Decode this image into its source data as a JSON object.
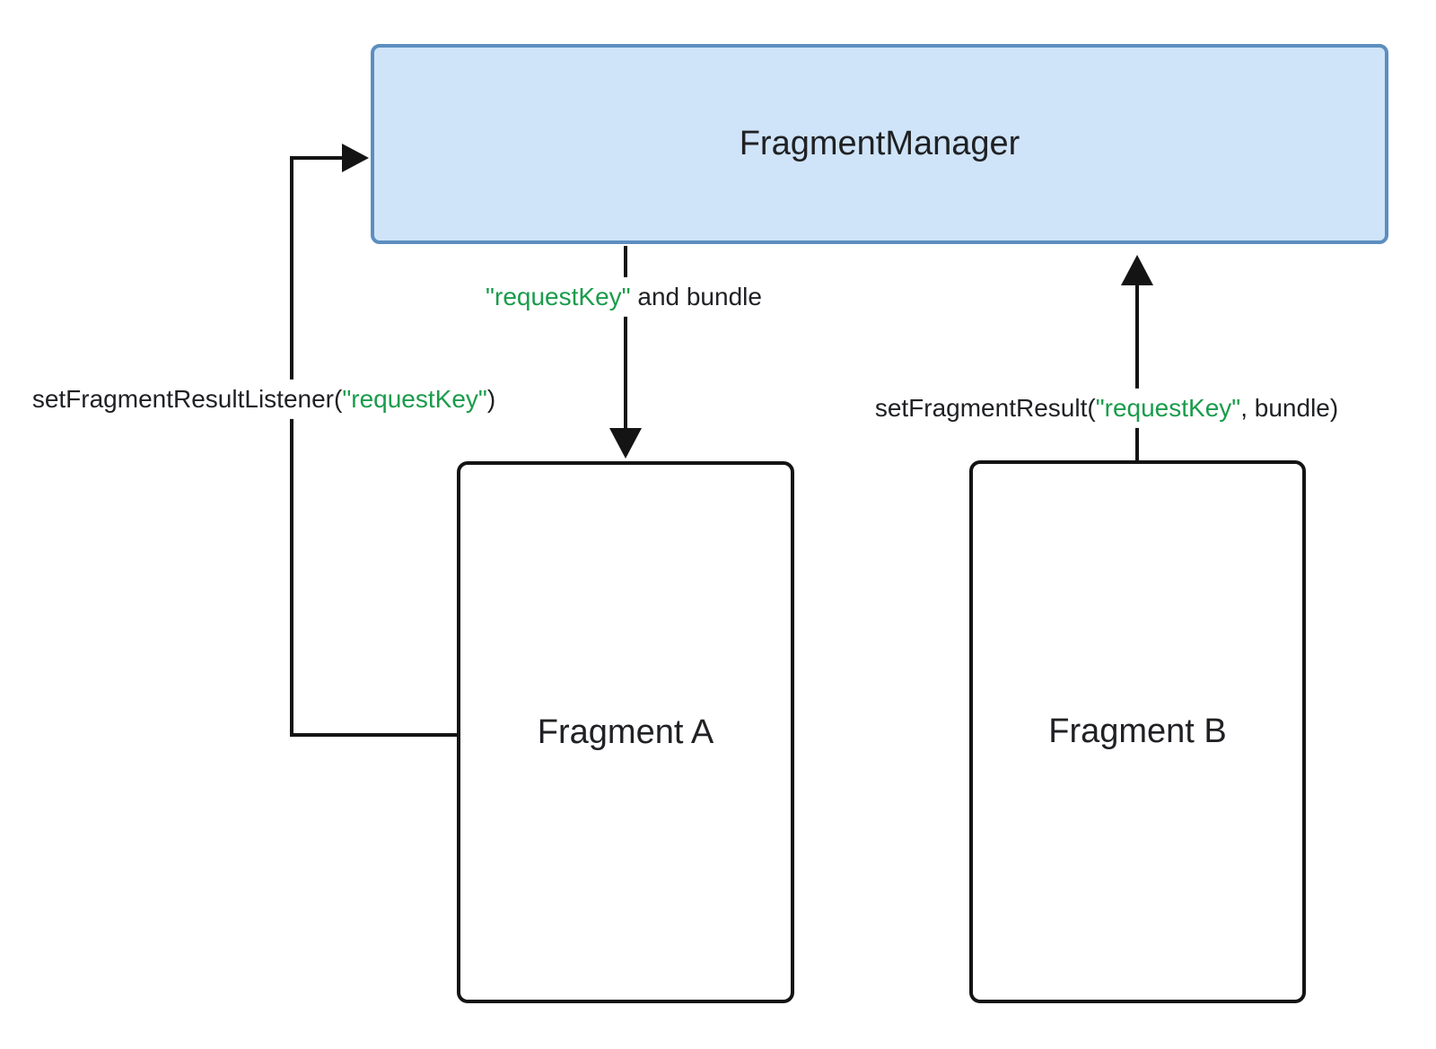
{
  "colors": {
    "manager_fill": "#cfe4f8",
    "manager_border": "#5c8ebf",
    "green": "#1a9c4b",
    "text": "#202124",
    "line": "#141414"
  },
  "nodes": {
    "fragment_manager": {
      "label": "FragmentManager"
    },
    "fragment_a": {
      "label": "Fragment A"
    },
    "fragment_b": {
      "label": "Fragment B"
    }
  },
  "edges": {
    "set_listener": {
      "prefix": "setFragmentResultListener(",
      "key": "\"requestKey\"",
      "suffix": ")"
    },
    "deliver_result": {
      "key": "\"requestKey\"",
      "suffix": " and bundle"
    },
    "set_result": {
      "prefix": "setFragmentResult(",
      "key": "\"requestKey\"",
      "suffix": ", bundle)"
    }
  }
}
